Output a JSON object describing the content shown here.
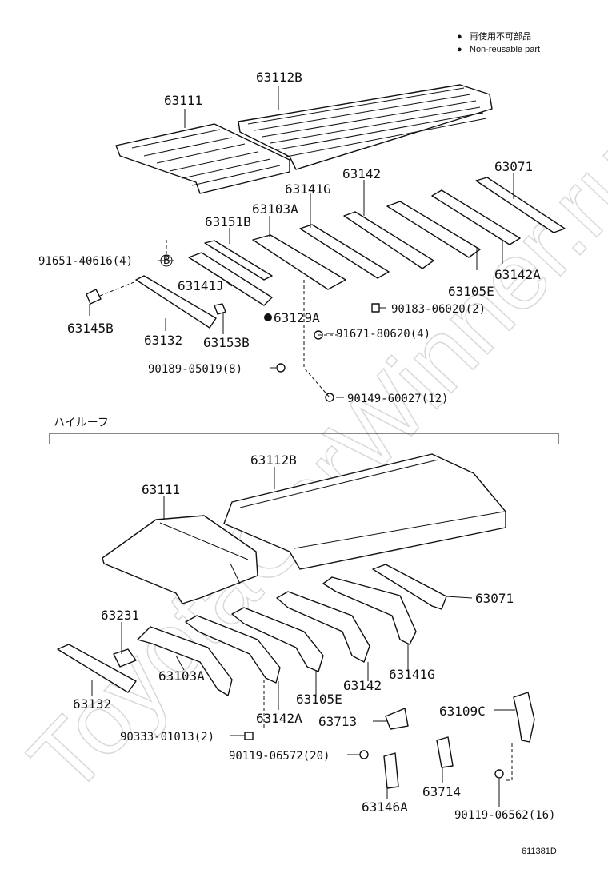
{
  "legend": {
    "item1_symbol": "●",
    "item1_text": "再使用不可部品",
    "item2_symbol": "●",
    "item2_text": "Non-reusable part"
  },
  "section_label": "ハイルーフ",
  "watermark": "ToyotaCarWinner.ru",
  "diagram_id": "611381D",
  "upper_labels": {
    "p63112B": "63112B",
    "p63111": "63111",
    "p63142": "63142",
    "p63071": "63071",
    "p63141G": "63141G",
    "p63103A": "63103A",
    "p63151B": "63151B",
    "p91651": "91651-40616(4)",
    "circle_b": "B",
    "p63141J": "63141J",
    "p63105E": "63105E",
    "p63142A": "63142A",
    "p63145B": "63145B",
    "p63132": "63132",
    "p63153B": "63153B",
    "p63129A": "63129A",
    "p90183": "90183-06020(2)",
    "p91671": "91671-80620(4)",
    "p90189": "90189-05019(8)",
    "p90149": "90149-60027(12)"
  },
  "lower_labels": {
    "p63112B": "63112B",
    "p63111": "63111",
    "p63071": "63071",
    "p63231": "63231",
    "p63103A": "63103A",
    "p63142": "63142",
    "p63141G": "63141G",
    "p63132": "63132",
    "p63105E": "63105E",
    "p63142A": "63142A",
    "p63713": "63713",
    "p63109C": "63109C",
    "p90333": "90333-01013(2)",
    "p90119a": "90119-06572(20)",
    "p63714": "63714",
    "p63146A": "63146A",
    "p90119b": "90119-06562(16)"
  },
  "colors": {
    "ink": "#111111",
    "watermark": "#d9d9d9",
    "background": "#ffffff"
  }
}
